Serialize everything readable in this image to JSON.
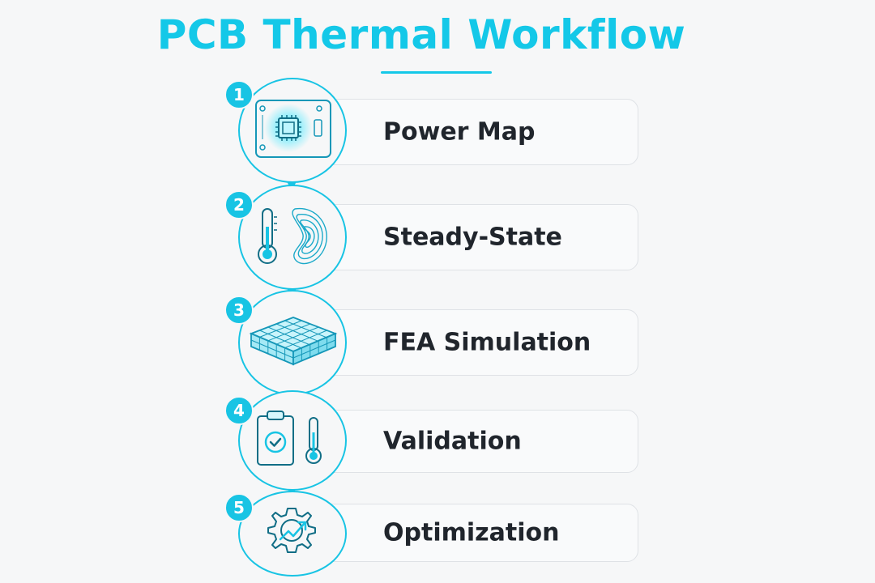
{
  "title": "PCB Thermal Workflow",
  "colors": {
    "accent": "#18c4e4",
    "text": "#20252c",
    "card_border": "#dfe2e6",
    "background": "#f6f7f8"
  },
  "steps": [
    {
      "number": "1",
      "label": "Power Map",
      "icon": "pcb-chip-icon"
    },
    {
      "number": "2",
      "label": "Steady-State",
      "icon": "thermometer-contour-icon"
    },
    {
      "number": "3",
      "label": "FEA Simulation",
      "icon": "mesh-grid-icon"
    },
    {
      "number": "4",
      "label": "Validation",
      "icon": "clipboard-check-icon"
    },
    {
      "number": "5",
      "label": "Optimization",
      "icon": "gear-arrow-icon"
    }
  ]
}
